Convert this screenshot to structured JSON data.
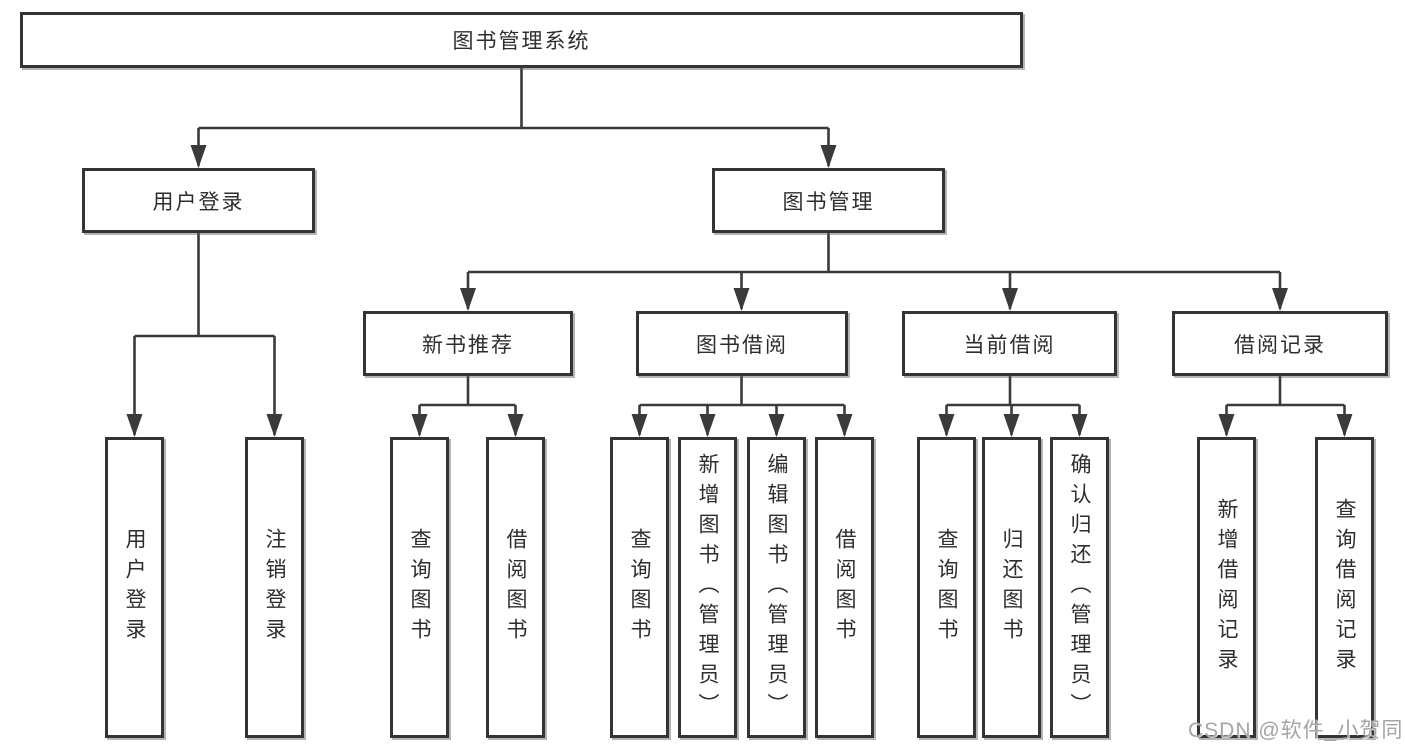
{
  "diagram": {
    "root_label": "图书管理系统",
    "level2": [
      "用户登录",
      "图书管理"
    ],
    "level3": [
      "新书推荐",
      "图书借阅",
      "当前借阅",
      "借阅记录"
    ],
    "leaves_user_login": [
      "用户登录",
      "注销登录"
    ],
    "leaves_new_books": [
      "查询图书",
      "借阅图书"
    ],
    "leaves_book_borrow": [
      "查询图书",
      "新增图书（管理员）",
      "编辑图书（管理员）",
      "借阅图书"
    ],
    "leaves_current_borrow": [
      "查询图书",
      "归还图书",
      "确认归还（管理员）"
    ],
    "leaves_borrow_records": [
      "新增借阅记录",
      "查询借阅记录"
    ]
  },
  "watermark": "CSDN @软件_小贺同学",
  "colors": {
    "line": "#3a3a3a",
    "border": "#343434",
    "text": "#2e2e2e",
    "watermark": "#a5a5a5",
    "background": "#ffffff"
  }
}
